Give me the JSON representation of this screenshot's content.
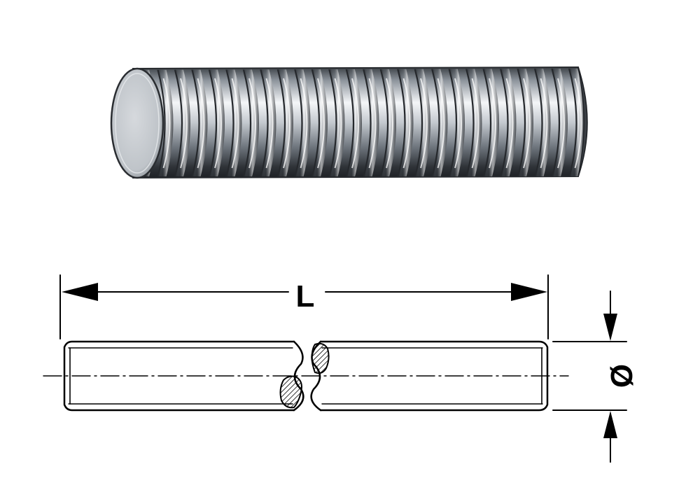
{
  "diagram": {
    "labels": {
      "length": "L",
      "diameter": "Ø"
    },
    "product": {
      "illustration": "threaded-rod-photo",
      "finish_colors": {
        "highlight": "#f4f6f8",
        "mid": "#b9bfc6",
        "shadow": "#4a4f55",
        "deep_shadow": "#25282c",
        "end_face": "#c9cdd2"
      }
    },
    "drawing": {
      "line_color": "#000000",
      "background": "#ffffff"
    }
  }
}
